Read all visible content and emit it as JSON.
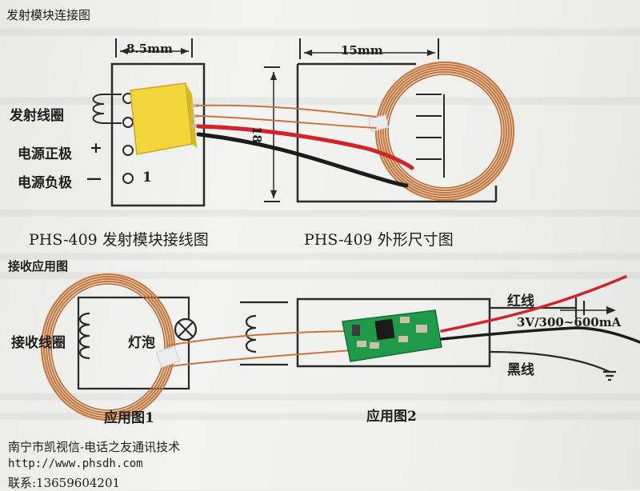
{
  "top_title": "发射模块连接图",
  "dim_left": "8.5mm",
  "dim_right": "15mm",
  "dim_vertical": "18",
  "tx_labels": {
    "coil": "发射线圈",
    "power_pos": "电源正极",
    "power_neg": "电源负极",
    "plus_sign": "+",
    "minus_sign": "—",
    "pin_one": "1"
  },
  "caption_wiring": "PHS-409 发射模块接线图",
  "caption_dimension": "PHS-409 外形尺寸图",
  "app_section_title": "接收应用图",
  "rx_labels": {
    "coil": "接收线圈",
    "bulb": "灯泡",
    "fig1": "应用图1",
    "fig2": "应用图2",
    "red_wire": "红线",
    "voltage": "3V/300~600mA",
    "black_wire": "黑线"
  },
  "footer": {
    "company": "南宁市凯视信-电话之友通讯技术",
    "url": "http://www.phsdh.com",
    "contact": "联系:13659604201"
  },
  "colors": {
    "copper": "#c8753a",
    "pcb_green": "#1f9a4a",
    "red_wire": "#d2222a",
    "black_wire": "#1c1c1c",
    "module_yellow": "#f2d63a"
  }
}
